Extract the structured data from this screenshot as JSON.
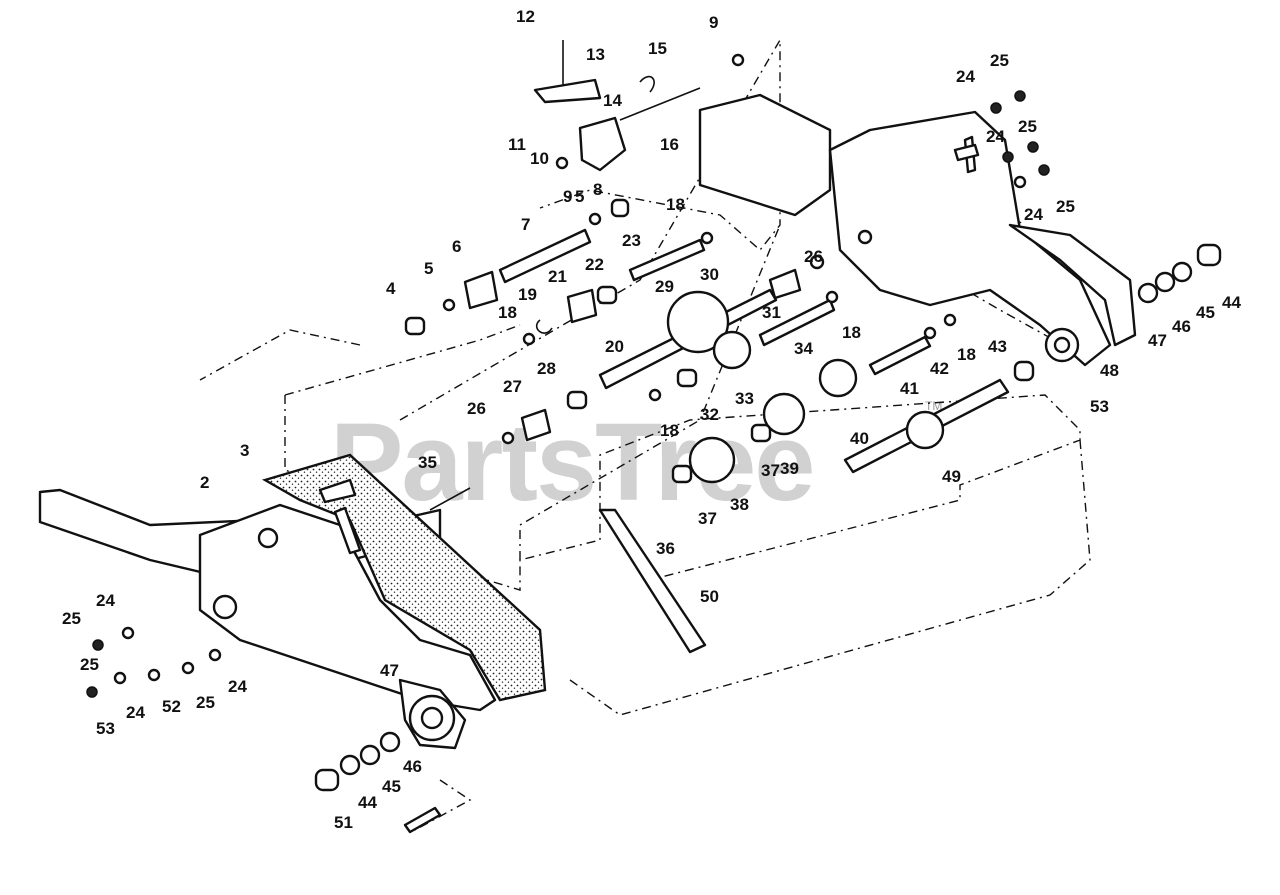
{
  "watermark": {
    "text": "PartsTree",
    "trademark": "TM"
  },
  "callouts": [
    {
      "id": "c1",
      "text": "12"
    },
    {
      "id": "c2",
      "text": "13"
    },
    {
      "id": "c3",
      "text": "15"
    },
    {
      "id": "c4",
      "text": "9"
    },
    {
      "id": "c5",
      "text": "14"
    },
    {
      "id": "c6",
      "text": "11"
    },
    {
      "id": "c7",
      "text": "10"
    },
    {
      "id": "c8",
      "text": "16"
    },
    {
      "id": "c9",
      "text": "9"
    },
    {
      "id": "c10",
      "text": "5"
    },
    {
      "id": "c11",
      "text": "8"
    },
    {
      "id": "c12",
      "text": "18"
    },
    {
      "id": "c13",
      "text": "7"
    },
    {
      "id": "c14",
      "text": "23"
    },
    {
      "id": "c15",
      "text": "6"
    },
    {
      "id": "c16",
      "text": "5"
    },
    {
      "id": "c17",
      "text": "4"
    },
    {
      "id": "c18",
      "text": "21"
    },
    {
      "id": "c19",
      "text": "22"
    },
    {
      "id": "c20",
      "text": "19"
    },
    {
      "id": "c21",
      "text": "18"
    },
    {
      "id": "c22",
      "text": "20"
    },
    {
      "id": "c23",
      "text": "29"
    },
    {
      "id": "c24",
      "text": "30"
    },
    {
      "id": "c25",
      "text": "31"
    },
    {
      "id": "c26",
      "text": "26"
    },
    {
      "id": "c27",
      "text": "18"
    },
    {
      "id": "c28",
      "text": "34"
    },
    {
      "id": "c29",
      "text": "28"
    },
    {
      "id": "c30",
      "text": "27"
    },
    {
      "id": "c31",
      "text": "33"
    },
    {
      "id": "c32",
      "text": "32"
    },
    {
      "id": "c33",
      "text": "26"
    },
    {
      "id": "c34",
      "text": "18"
    },
    {
      "id": "c35",
      "text": "3"
    },
    {
      "id": "c36",
      "text": "35"
    },
    {
      "id": "c37",
      "text": "2"
    },
    {
      "id": "c38",
      "text": "37"
    },
    {
      "id": "c39",
      "text": "38"
    },
    {
      "id": "c40",
      "text": "37"
    },
    {
      "id": "c41",
      "text": "39"
    },
    {
      "id": "c42",
      "text": "40"
    },
    {
      "id": "c43",
      "text": "36"
    },
    {
      "id": "c44",
      "text": "49"
    },
    {
      "id": "c45",
      "text": "41"
    },
    {
      "id": "c46",
      "text": "42"
    },
    {
      "id": "c47",
      "text": "18"
    },
    {
      "id": "c48",
      "text": "43"
    },
    {
      "id": "c49",
      "text": "53"
    },
    {
      "id": "c50",
      "text": "48"
    },
    {
      "id": "c51",
      "text": "47"
    },
    {
      "id": "c52",
      "text": "46"
    },
    {
      "id": "c53",
      "text": "45"
    },
    {
      "id": "c54",
      "text": "44"
    },
    {
      "id": "c55",
      "text": "24"
    },
    {
      "id": "c56",
      "text": "25"
    },
    {
      "id": "c57",
      "text": "24"
    },
    {
      "id": "c58",
      "text": "25"
    },
    {
      "id": "c59",
      "text": "24"
    },
    {
      "id": "c60",
      "text": "25"
    },
    {
      "id": "c61",
      "text": "50"
    },
    {
      "id": "c62",
      "text": "25"
    },
    {
      "id": "c63",
      "text": "24"
    },
    {
      "id": "c64",
      "text": "25"
    },
    {
      "id": "c65",
      "text": "24"
    },
    {
      "id": "c66",
      "text": "52"
    },
    {
      "id": "c67",
      "text": "25"
    },
    {
      "id": "c68",
      "text": "24"
    },
    {
      "id": "c69",
      "text": "53"
    },
    {
      "id": "c70",
      "text": "47"
    },
    {
      "id": "c71",
      "text": "46"
    },
    {
      "id": "c72",
      "text": "45"
    },
    {
      "id": "c73",
      "text": "44"
    },
    {
      "id": "c74",
      "text": "51"
    }
  ]
}
